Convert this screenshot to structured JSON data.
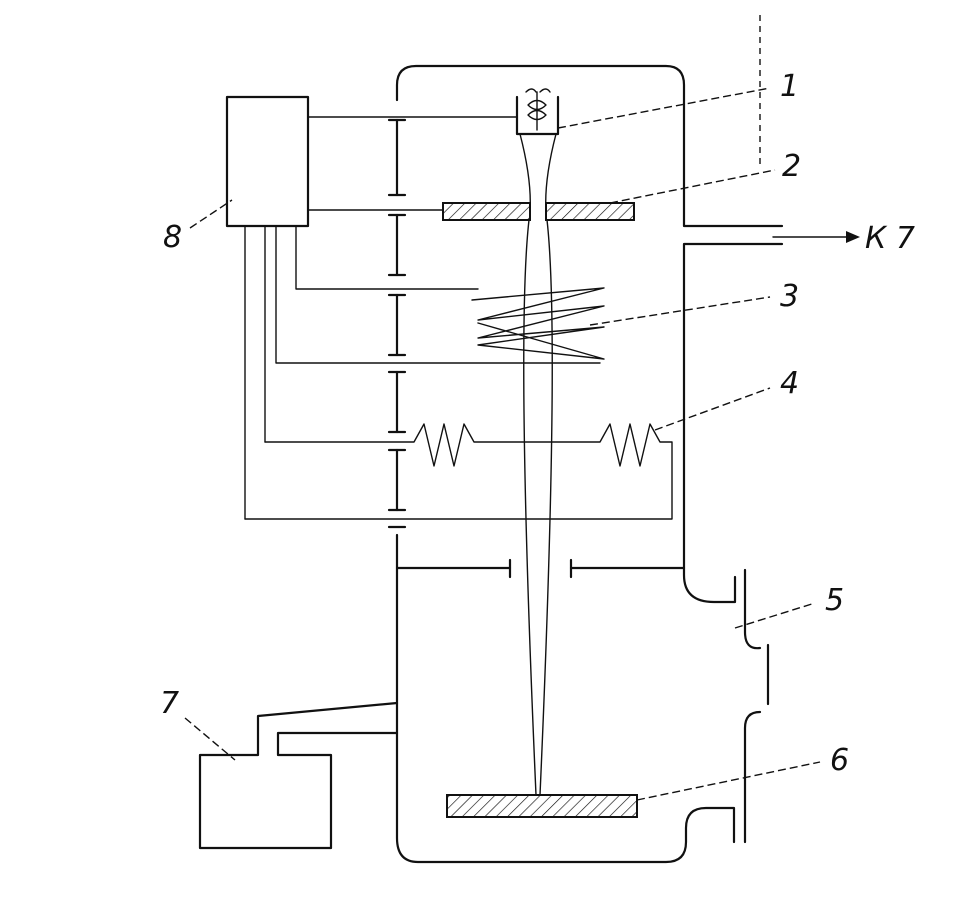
{
  "labels": {
    "gun": "1",
    "aperture": "2",
    "lens_coil": "3",
    "deflection": "4",
    "port_valve": "5",
    "workpiece": "6",
    "pump": "7",
    "power_supply": "8",
    "outlet": "К 7"
  },
  "colors": {
    "ink": "#111111",
    "paper": "#ffffff"
  }
}
